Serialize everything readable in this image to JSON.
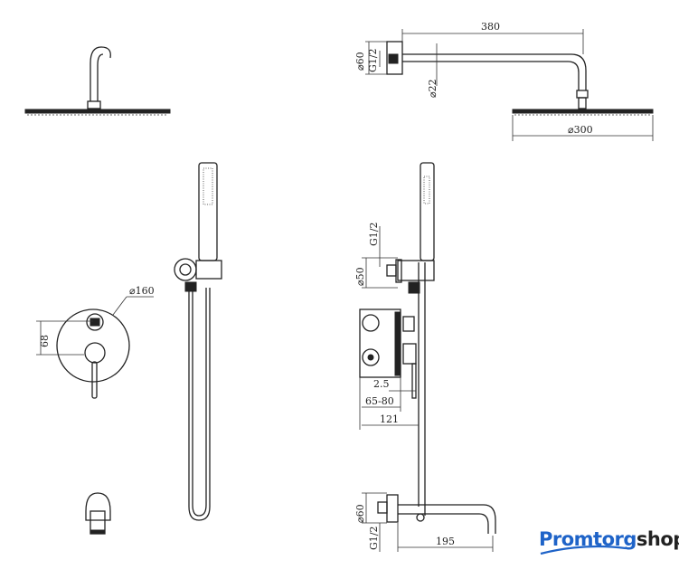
{
  "drawing": {
    "top_view_dims": {
      "arm_length": "380",
      "flange_diameter": "⌀60",
      "thread": "G1/2",
      "arm_diameter": "⌀22",
      "head_diameter": "⌀300"
    },
    "mixer_dims": {
      "plate_diameter": "⌀160",
      "height": "68"
    },
    "side_view_dims": {
      "thread": "G1/2",
      "outlet_diameter": "⌀50",
      "depth_offset": "2.5",
      "depth_range": "65-80",
      "total_depth": "121"
    },
    "spout_dims": {
      "flange_diameter": "⌀60",
      "thread": "G1/2",
      "spout_length": "195"
    }
  },
  "logo": {
    "part1": "Promtorg",
    "part2": "shop",
    "color": "#1e63c8"
  }
}
